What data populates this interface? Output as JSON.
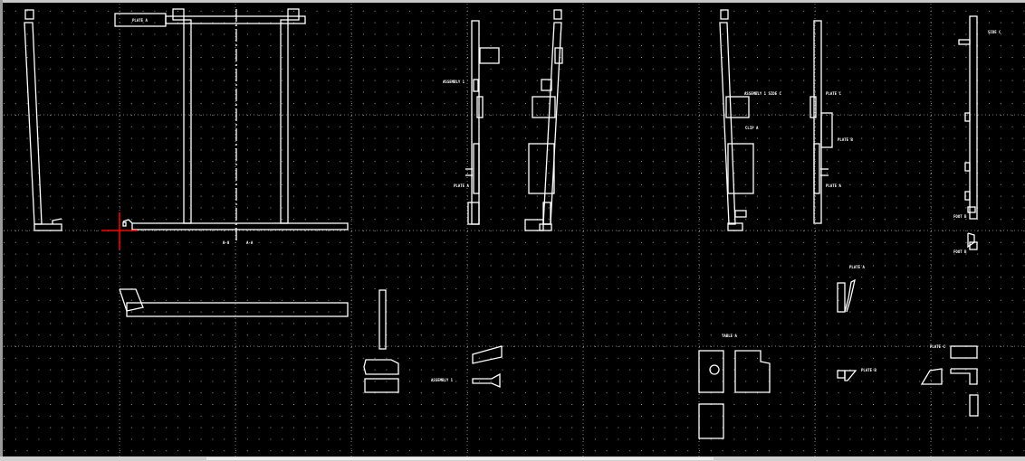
{
  "app": {
    "type": "CAD drawing viewer",
    "background": "#000000",
    "line_color": "#ffffff",
    "cursor_color": "#ff0000"
  },
  "labels": {
    "plate_a_top": "PLATE A",
    "assembly_1_side": "ASSEMBLY 1",
    "plate_a_side": "PLATE A",
    "assembly_1_side_c": "ASSEMBLY 1 SIDE C",
    "clip_a": "CLIP A",
    "plate_c": "PLATE C",
    "plate_b": "PLATE B",
    "plate_a_right": "PLATE A",
    "side_c": "SIDE C",
    "foot_b_1": "FOOT B",
    "foot_b_2": "FOOT B",
    "dim_1": "0-0",
    "dim_2": "A-A",
    "plate_a_detail": "PLATE A",
    "plate_b_detail": "PLATE B",
    "plate_c_detail": "PLATE C",
    "table_a": "TABLE A",
    "assembly_1_detail": "ASSEMBLY 1"
  }
}
